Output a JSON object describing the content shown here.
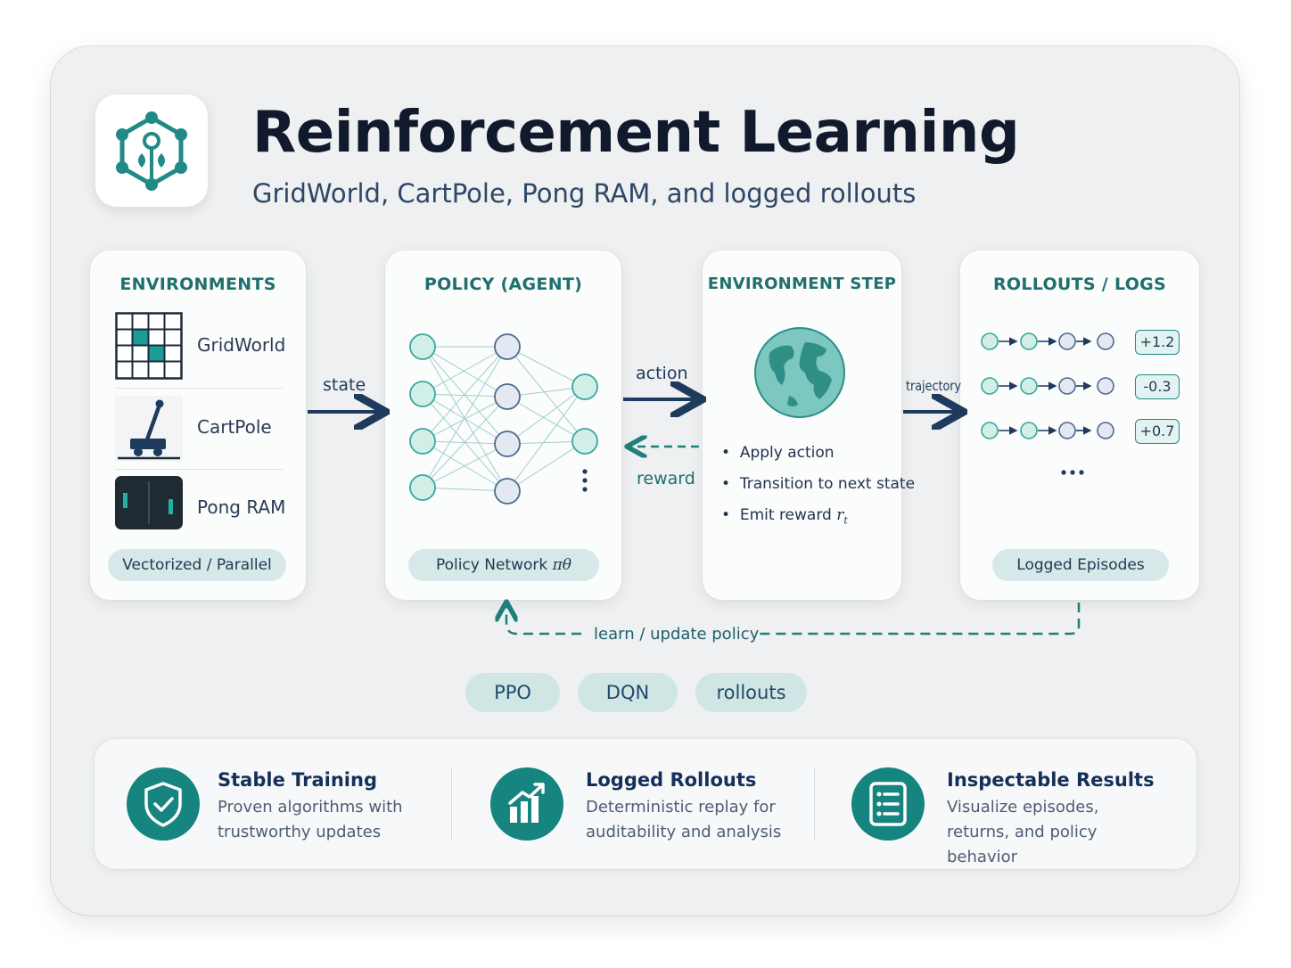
{
  "header": {
    "title": "Reinforcement Learning",
    "subtitle": "GridWorld, CartPole, Pong RAM, and logged rollouts"
  },
  "environments": {
    "title": "ENVIRONMENTS",
    "items": [
      {
        "label": "GridWorld",
        "icon": "grid-icon"
      },
      {
        "label": "CartPole",
        "icon": "cartpole-icon"
      },
      {
        "label": "Pong RAM",
        "icon": "pong-icon"
      }
    ],
    "footer": "Vectorized / Parallel"
  },
  "policy": {
    "title": "POLICY (AGENT)",
    "footer_prefix": "Policy Network ",
    "footer_symbol": "πθ"
  },
  "env_step": {
    "title": "ENVIRONMENT STEP",
    "bullets": [
      "Apply action",
      "Transition to next state",
      "Emit reward "
    ],
    "reward_symbol": "r",
    "reward_sub": "t"
  },
  "rollouts": {
    "title": "ROLLOUTS / LOGS",
    "returns": [
      "+1.2",
      "-0.3",
      "+0.7"
    ],
    "footer": "Logged Episodes"
  },
  "flow": {
    "state": "state",
    "action": "action",
    "reward": "reward",
    "trajectory": "trajectory",
    "learn": "learn / update policy"
  },
  "tags": [
    "PPO",
    "DQN",
    "rollouts"
  ],
  "features": [
    {
      "title": "Stable Training",
      "desc": "Proven algorithms with trustworthy updates",
      "icon": "shield-check-icon"
    },
    {
      "title": "Logged Rollouts",
      "desc": "Deterministic replay for auditability and analysis",
      "icon": "bar-chart-icon"
    },
    {
      "title": "Inspectable Results",
      "desc": "Visualize episodes, returns, and policy behavior",
      "icon": "list-document-icon"
    }
  ],
  "colors": {
    "teal": "#1f8a86",
    "navy": "#1e3a5c",
    "node_green": "#cfeee6",
    "node_gray": "#e3e7f2"
  }
}
